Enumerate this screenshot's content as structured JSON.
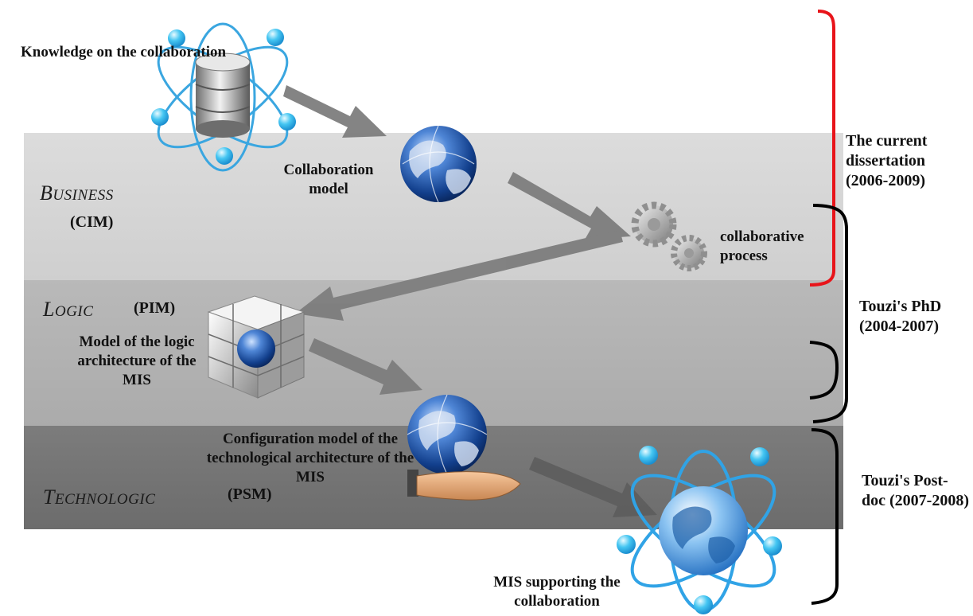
{
  "layers": {
    "business": {
      "name": "Business",
      "code": "(CIM)"
    },
    "logic": {
      "name": "Logic",
      "code": "(PIM)"
    },
    "technologic": {
      "name": "Technologic",
      "code": "(PSM)"
    }
  },
  "nodes": {
    "knowledge": "Knowledge on the collaboration",
    "collaboration_model": "Collaboration model",
    "collaborative_process": "collaborative process",
    "logic_architecture": "Model of the logic architecture of the MIS",
    "configuration_model": "Configuration model of the technological architecture of the MIS",
    "mis_supporting": "MIS supporting the collaboration"
  },
  "scopes": {
    "current_dissertation": {
      "text": "The current dissertation (2006-2009)",
      "color": "#e8141a"
    },
    "touzi_phd": {
      "text": "Touzi's PhD (2004-2007)",
      "color": "#000000"
    },
    "touzi_postdoc": {
      "text": "Touzi's Post-doc (2007-2008)",
      "color": "#000000"
    }
  }
}
